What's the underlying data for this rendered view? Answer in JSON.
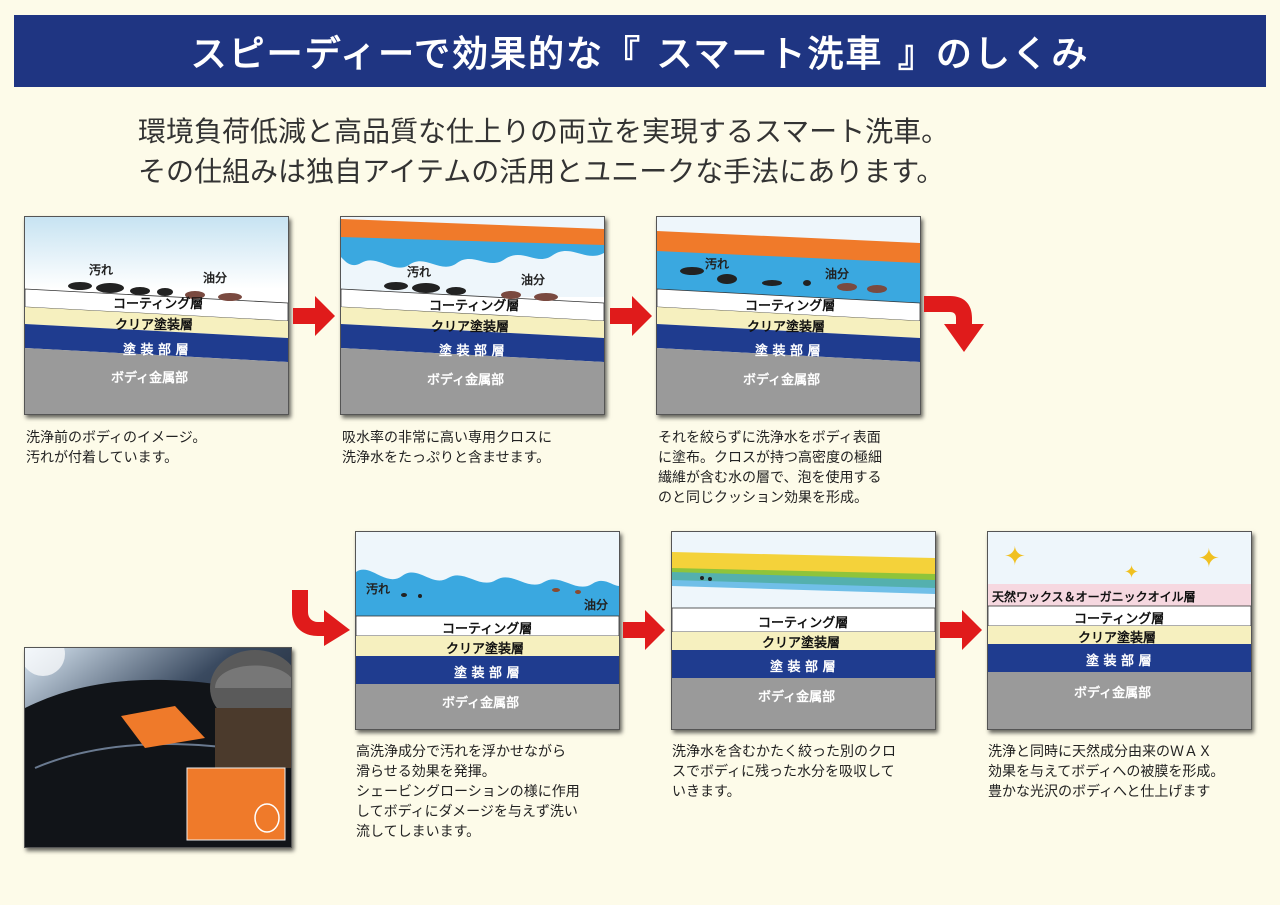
{
  "title": "スピーディーで効果的な『 スマート洗車 』のしくみ",
  "intro": [
    "環境負荷低減と高品質な仕上りの両立を実現するスマート洗車。",
    "その仕組みは独自アイテムの活用とユニークな手法にあります。"
  ],
  "layers": {
    "coating": "コーティング層",
    "clear": "クリア塗装層",
    "paint": "塗 装 部 層",
    "metal": "ボディ金属部",
    "wax": "天然ワックス＆オーガニックオイル層"
  },
  "labels": {
    "dirt": "汚れ",
    "oil": "油分"
  },
  "captions": {
    "step1": [
      "洗浄前のボディのイメージ。",
      "汚れが付着しています。"
    ],
    "step2": [
      "吸水率の非常に高い専用クロスに",
      "洗浄水をたっぷりと含ませます。"
    ],
    "step3": [
      "それを絞らずに洗浄水をボディ表面",
      "に塗布。クロスが持つ高密度の極細",
      "繊維が含む水の層で、泡を使用する",
      "のと同じクッション効果を形成。"
    ],
    "step4": [
      "高洗浄成分で汚れを浮かせながら",
      "滑らせる効果を発揮。",
      "シェービングローションの様に作用",
      "してボディにダメージを与えず洗い",
      "流してしまいます。"
    ],
    "step5": [
      "洗浄水を含むかたく絞った別のクロ",
      "スでボディに残った水分を吸収して",
      "いきます。"
    ],
    "step6": [
      "洗浄と同時に天然成分由来のＷＡＸ",
      "効果を与えてボディへの被膜を形成。",
      "豊かな光沢のボディへと仕上げます"
    ]
  },
  "colors": {
    "banner": "#1f3582",
    "background": "#fdfbe9",
    "arrow": "#e01b1b",
    "paint_layer": "#1f3c8f",
    "clear_layer": "#f6f0bf",
    "metal_layer": "#9a9a9a",
    "water": "#3aa8e0",
    "cloth": "#f07a2a"
  }
}
